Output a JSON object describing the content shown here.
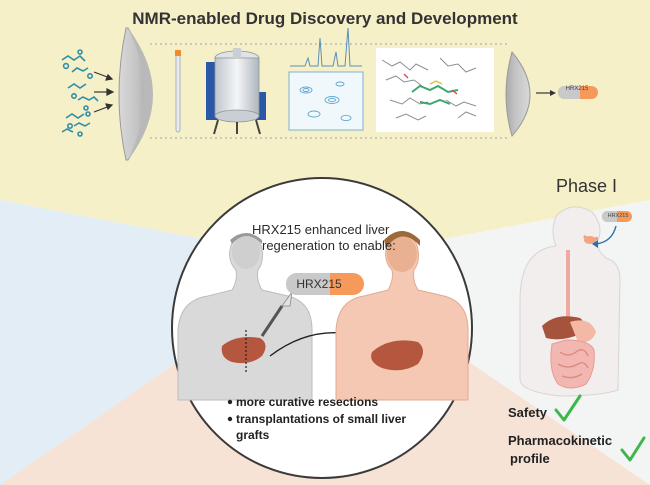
{
  "title": "NMR-enabled Drug Discovery and Development",
  "phase_label": "Phase I",
  "circle": {
    "heading_line1": "HRX215 enhanced liver",
    "heading_line2": "regeneration to enable:",
    "drug_name": "HRX215",
    "bullets": [
      "more curative resections",
      "transplantations of small liver",
      "grafts"
    ]
  },
  "pipeline": {
    "drug_name": "HRX215"
  },
  "phase1": {
    "drug_name": "HRX215",
    "outcomes": {
      "safety": "Safety",
      "pk_line1": "Pharmacokinetic",
      "pk_line2": "profile"
    }
  },
  "colors": {
    "top_panel": "#f6f0c8",
    "left_panel": "#e2edf6",
    "bottom_panel": "#f7e2d6",
    "pill_orange": "#f59a5b",
    "pill_grey": "#c9c9c9",
    "check_green": "#3fb54b",
    "nmr_blue": "#2a57a8"
  },
  "icons": [
    "molecule-icon",
    "nmr-spectrometer-icon",
    "spectrum-icon",
    "protein-structure-icon",
    "pill-icon",
    "check-icon",
    "liver-icon",
    "scalpel-icon",
    "digestive-system-icon"
  ]
}
